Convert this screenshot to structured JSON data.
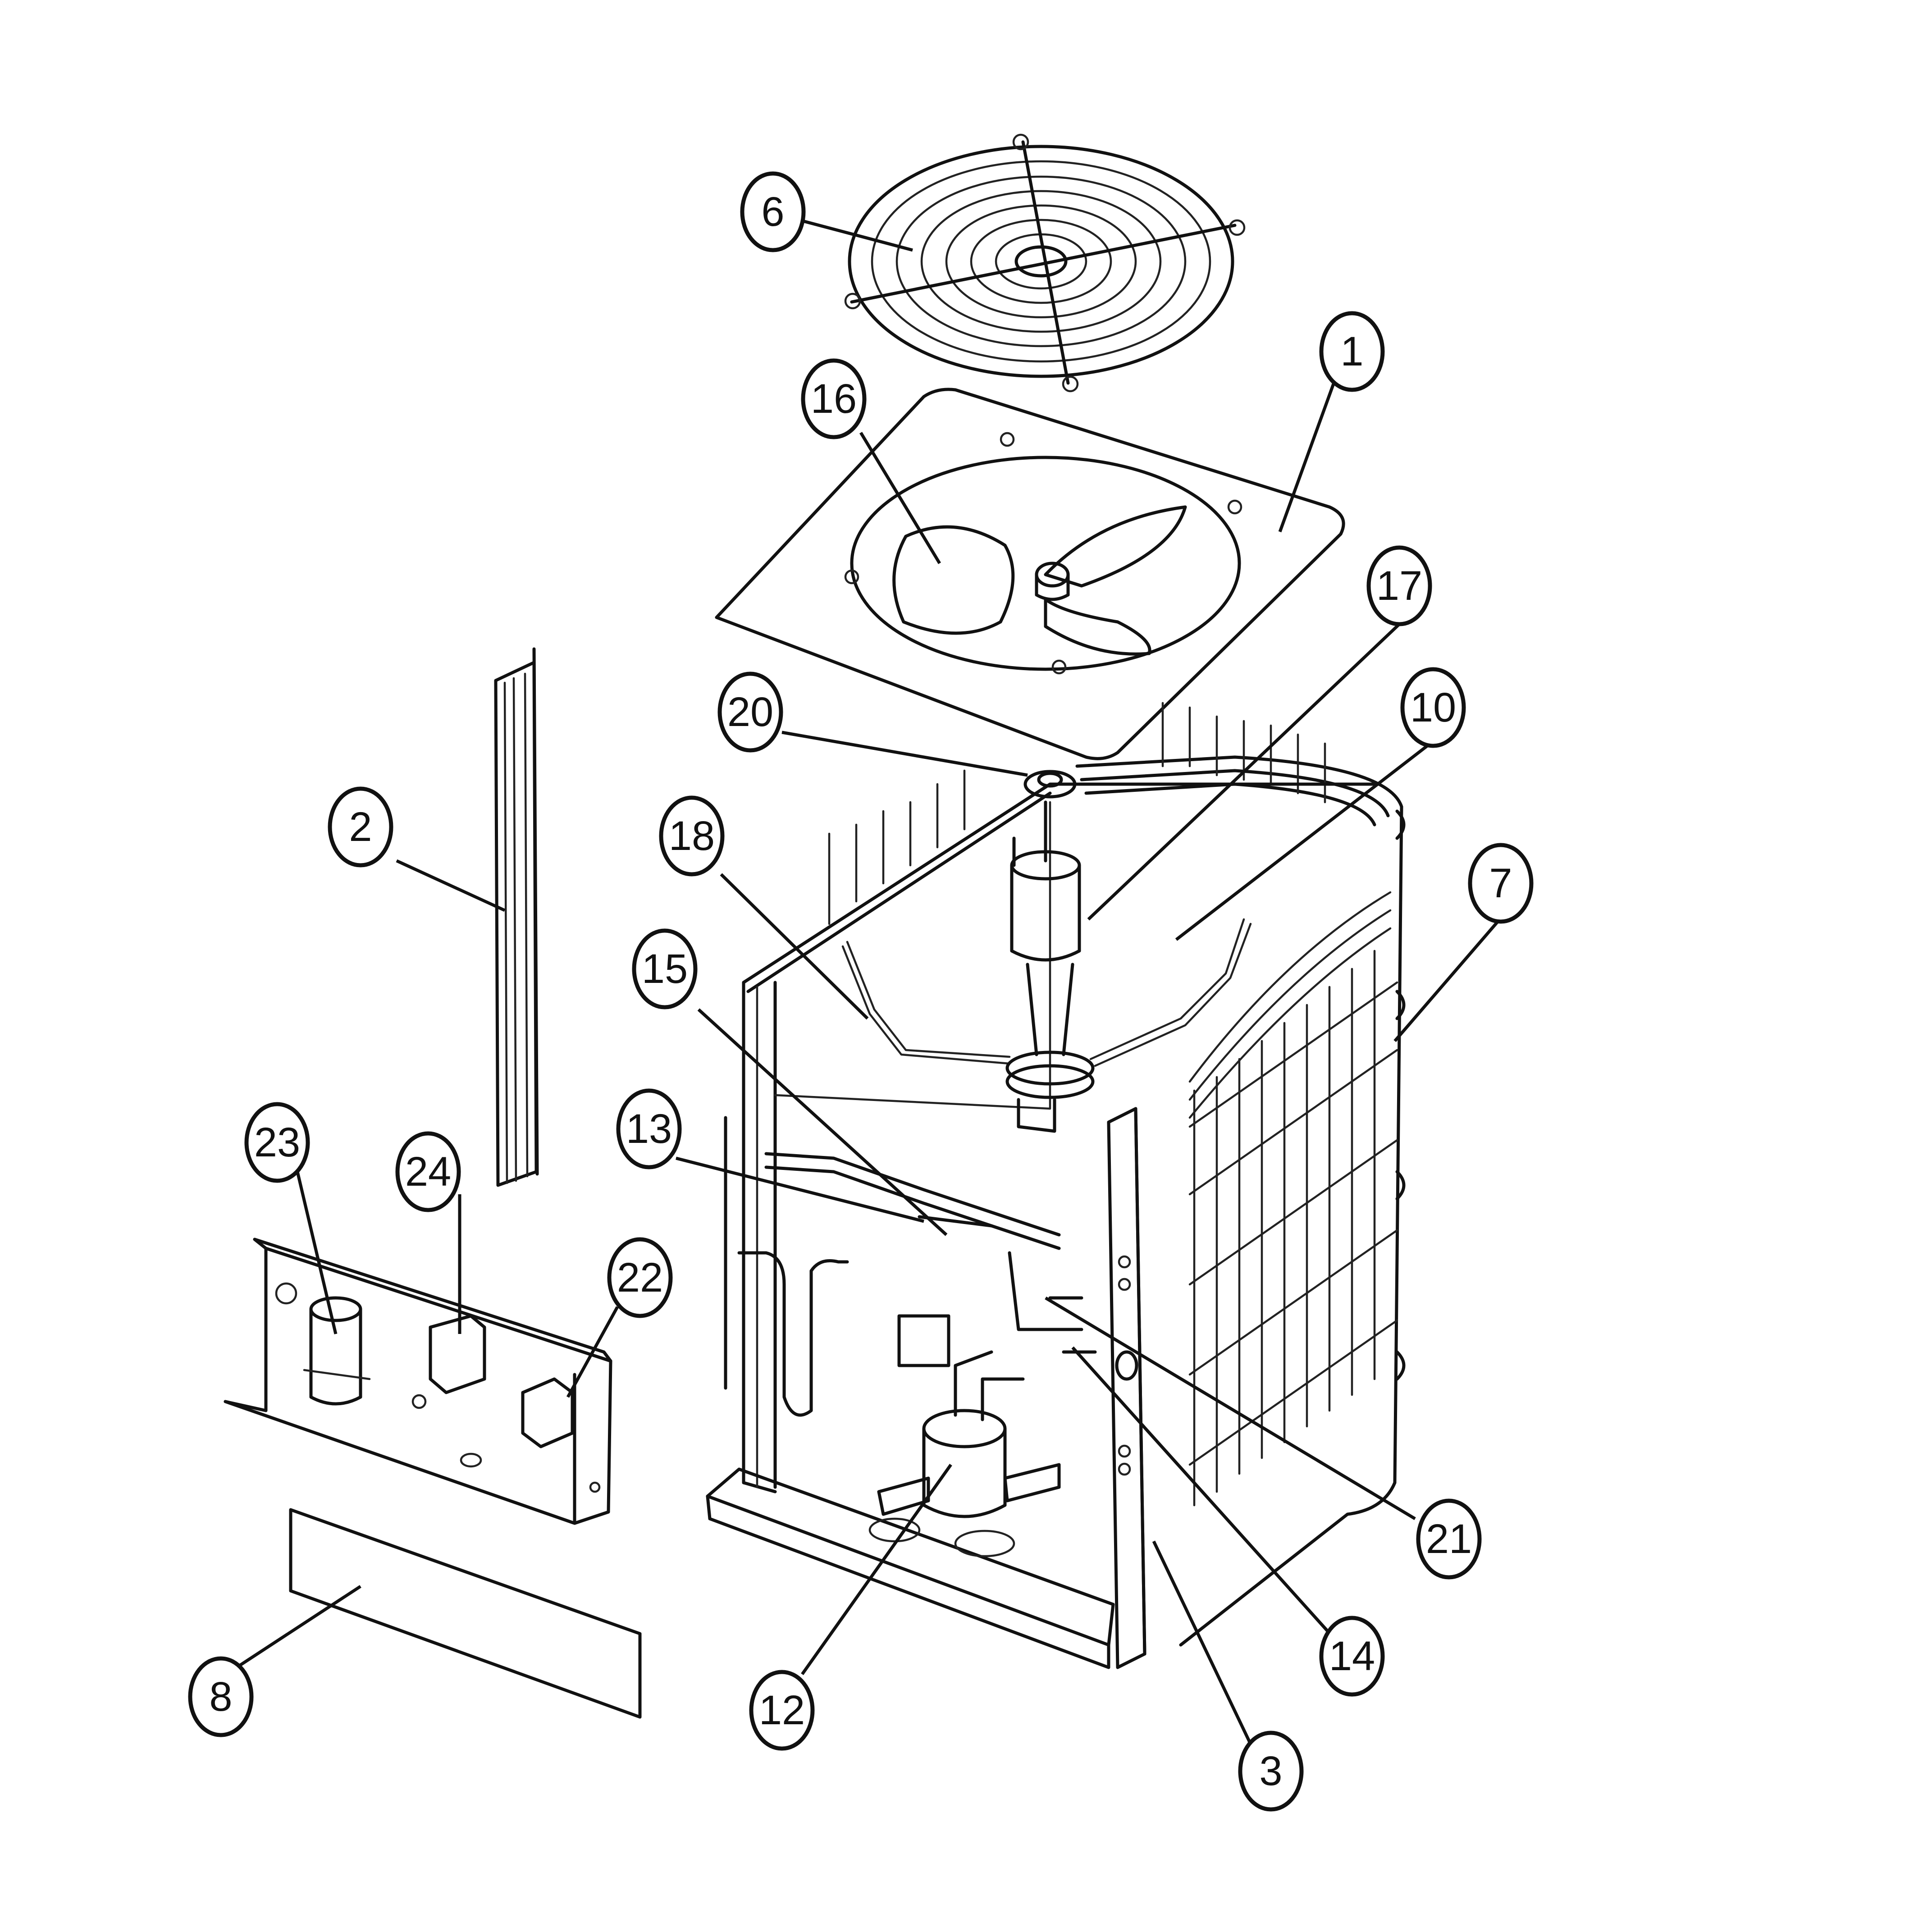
{
  "diagram": {
    "type": "exploded-parts-view",
    "callouts": [
      {
        "id": "c6",
        "label": "6",
        "part": "fan-guard-grille"
      },
      {
        "id": "c1",
        "label": "1",
        "part": "top-panel"
      },
      {
        "id": "c16",
        "label": "16",
        "part": "fan-blade"
      },
      {
        "id": "c17",
        "label": "17",
        "part": "fan-motor"
      },
      {
        "id": "c10",
        "label": "10",
        "part": "inner-panel"
      },
      {
        "id": "c20",
        "label": "20",
        "part": "fan-motor-hub"
      },
      {
        "id": "c7",
        "label": "7",
        "part": "condenser-coil"
      },
      {
        "id": "c2",
        "label": "2",
        "part": "corner-post"
      },
      {
        "id": "c18",
        "label": "18",
        "part": "motor-mount-bracket"
      },
      {
        "id": "c15",
        "label": "15",
        "part": "tubing"
      },
      {
        "id": "c13",
        "label": "13",
        "part": "suction-line"
      },
      {
        "id": "c23",
        "label": "23",
        "part": "capacitor"
      },
      {
        "id": "c24",
        "label": "24",
        "part": "contactor"
      },
      {
        "id": "c22",
        "label": "22",
        "part": "terminal-block"
      },
      {
        "id": "c21",
        "label": "21",
        "part": "service-valve"
      },
      {
        "id": "c14",
        "label": "14",
        "part": "liquid-valve"
      },
      {
        "id": "c12",
        "label": "12",
        "part": "compressor"
      },
      {
        "id": "c3",
        "label": "3",
        "part": "access-panel"
      },
      {
        "id": "c8",
        "label": "8",
        "part": "front-panel"
      }
    ]
  }
}
